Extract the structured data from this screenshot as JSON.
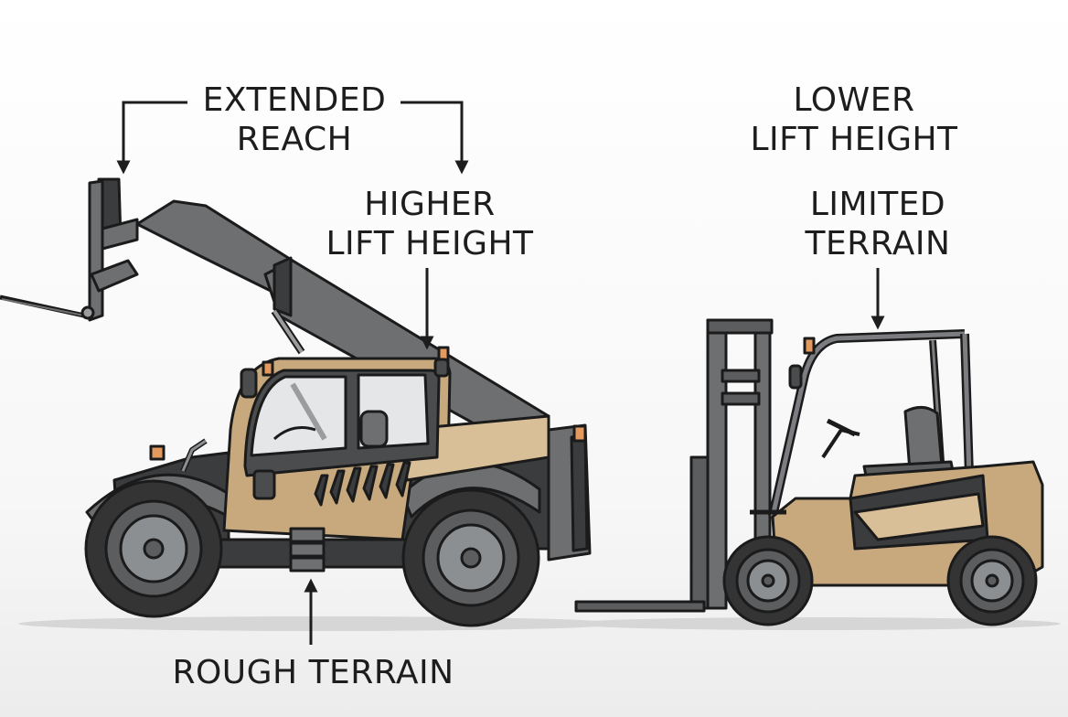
{
  "labels": {
    "extended_reach": [
      "EXTENDED",
      "REACH"
    ],
    "higher_lift_height": [
      "HIGHER",
      "LIFT HEIGHT"
    ],
    "rough_terrain": "ROUGH TERRAIN",
    "lower_lift_height": [
      "LOWER",
      "LIFT HEIGHT"
    ],
    "limited_terrain": [
      "LIMITED",
      "TERRAIN"
    ]
  },
  "colors": {
    "body_tan": "#c8a97e",
    "body_tan_light": "#d9bf97",
    "machine_gray": "#5b5d5f",
    "machine_dark": "#3a3c3e",
    "boom_gray": "#6d6f71",
    "glass": "#e4e6e8",
    "tire": "#343434",
    "rim": "#8c8f92",
    "beacon": "#e39a5c",
    "outline": "#1b1b1b"
  },
  "icons": [
    "telehandler-illustration",
    "forklift-illustration",
    "arrow-icon"
  ]
}
